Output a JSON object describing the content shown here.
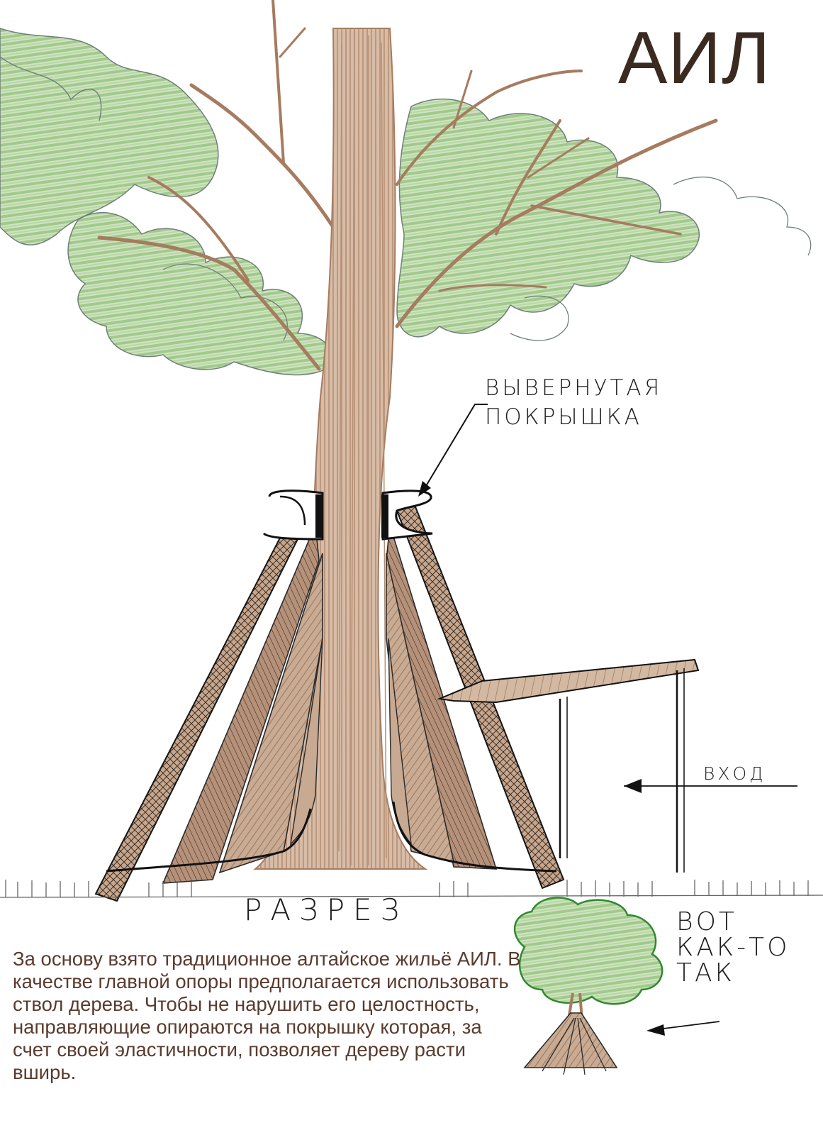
{
  "title": "АИЛ",
  "labels": {
    "tire_line1": "ВЫВЕРНУТАЯ",
    "tire_line2": "ПОКРЫШКА",
    "entrance": "ВХОД",
    "section": "РАЗРЕЗ",
    "sortof_line1": "ВОТ",
    "sortof_line2": "КАК-ТО",
    "sortof_line3": "ТАК"
  },
  "description": "За основу взято традиционное алтайское жильё АИЛ. В качестве главной опоры предполагается использовать ствол дерева. Чтобы не нарушить его целостность, направляющие опираются на покрышку которая,  за счет своей эластичности, позволяет дереву расти вширь.",
  "colors": {
    "foliage": "#a9cf95",
    "foliage_outline": "#6e7f78",
    "trunk": "#c49f84",
    "wood": "#a8846a",
    "ink": "#1a1a1a",
    "small_tree_outline": "#2f8a2f",
    "text_brown": "#5a3b2e"
  }
}
